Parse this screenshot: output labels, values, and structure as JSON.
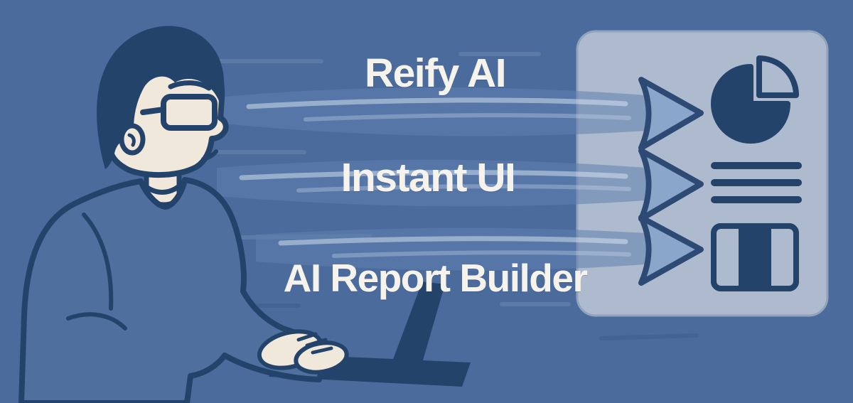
{
  "scene": {
    "type": "flow-illustration",
    "description": "Person typing on a laptop, three flow arrows pointing to a dashboard panel",
    "labels": [
      {
        "id": "reify-ai",
        "text": "Reify AI"
      },
      {
        "id": "instant-ui",
        "text": "Instant UI"
      },
      {
        "id": "ai-report-builder",
        "text": "AI Report Builder"
      }
    ],
    "arrow_count": 3,
    "person": "person-typing-on-laptop",
    "dashboard": {
      "icons": [
        "pie-chart-icon",
        "text-lines-icon",
        "table-icon"
      ]
    }
  },
  "colors": {
    "bg": "#4a6b9c",
    "ink": "#24436b",
    "skin": "#f1e8dc",
    "shirt": "#4f6f9e",
    "panel": "#aebacd",
    "panel_edge": "#92a3bd",
    "arrow_band": "#5e7fae",
    "arrow_head": "#8aa6cb",
    "label_text": "#f6f3ec"
  }
}
